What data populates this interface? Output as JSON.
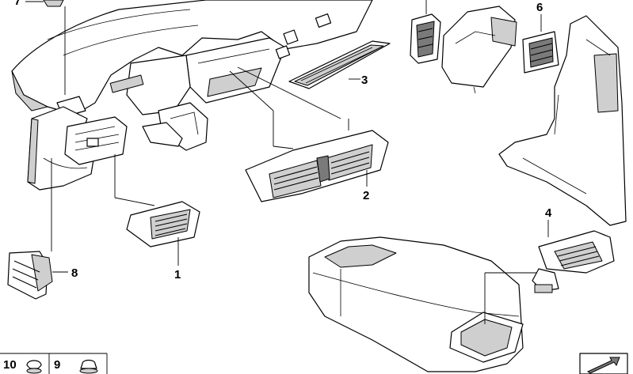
{
  "callouts": {
    "part1": "1",
    "part2": "2",
    "part3": "3",
    "part4": "4",
    "part6": "6",
    "part7": "7",
    "part8": "8",
    "part9": "9",
    "part10": "10"
  },
  "colors": {
    "line": "#000000",
    "shade": "#cfcfcf",
    "dark": "#7a7a7a",
    "background": "#ffffff"
  },
  "icons": {
    "arrow_box": "arrow-icon"
  }
}
